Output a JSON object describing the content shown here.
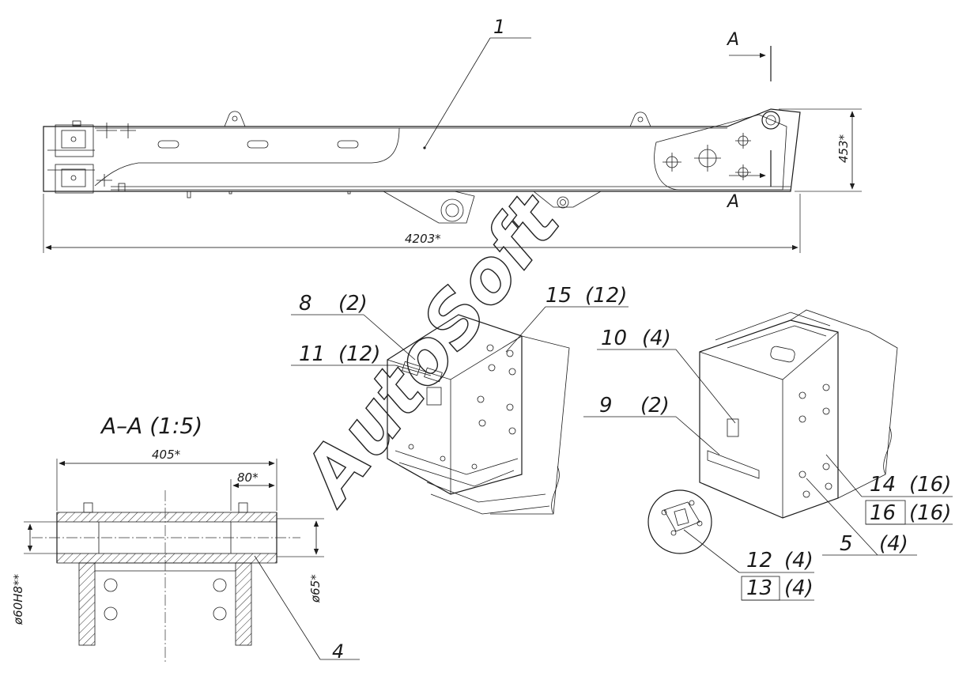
{
  "watermark": "AutoSoft",
  "top_view": {
    "callout": "1",
    "section_letter_top": "A",
    "section_letter_bottom": "A",
    "dim_length": "4203*",
    "dim_height": "453*"
  },
  "section_view": {
    "title": "A–A (1:5)",
    "dim_width": "405*",
    "dim_offset": "80*",
    "dim_bore": "ø60H8**",
    "dim_outer": "ø65*",
    "callout": "4"
  },
  "callouts": [
    {
      "num": "8",
      "qty": "(2)"
    },
    {
      "num": "11",
      "qty": "(12)"
    },
    {
      "num": "15",
      "qty": "(12)"
    },
    {
      "num": "10",
      "qty": "(4)"
    },
    {
      "num": "9",
      "qty": "(2)"
    },
    {
      "num": "14",
      "qty": "(16)"
    },
    {
      "num": "16",
      "qty": "(16)"
    },
    {
      "num": "5",
      "qty": "(4)"
    },
    {
      "num": "12",
      "qty": "(4)"
    },
    {
      "num": "13",
      "qty": "(4)"
    }
  ]
}
